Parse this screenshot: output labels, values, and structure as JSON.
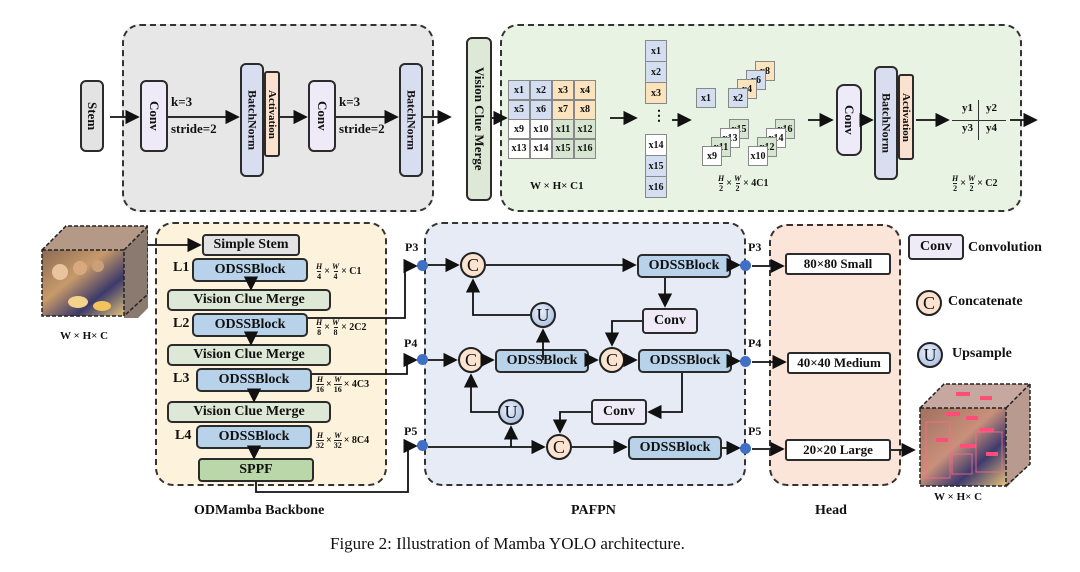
{
  "caption": "Figure 2: Illustration of Mamba YOLO architecture.",
  "top_left": {
    "stem": "Stem",
    "conv1": "Conv",
    "conv1_k": "k=3",
    "conv1_stride": "stride=2",
    "batchnorm1": "BatchNorm",
    "activation1": "Activation",
    "conv2": "Conv",
    "conv2_k": "k=3",
    "conv2_stride": "stride=2",
    "batchnorm2": "BatchNorm"
  },
  "vision_clue_merge_label": "Vision Clue Merge",
  "top_right": {
    "grid": [
      [
        {
          "t": "x1",
          "c": "blue"
        },
        {
          "t": "x2",
          "c": "blue"
        },
        {
          "t": "x3",
          "c": "orange"
        },
        {
          "t": "x4",
          "c": "orange"
        }
      ],
      [
        {
          "t": "x5",
          "c": "blue"
        },
        {
          "t": "x6",
          "c": "blue"
        },
        {
          "t": "x7",
          "c": "orange"
        },
        {
          "t": "x8",
          "c": "orange"
        }
      ],
      [
        {
          "t": "x9",
          "c": "white"
        },
        {
          "t": "x10",
          "c": "white"
        },
        {
          "t": "x11",
          "c": "green"
        },
        {
          "t": "x12",
          "c": "green"
        }
      ],
      [
        {
          "t": "x13",
          "c": "white"
        },
        {
          "t": "x14",
          "c": "white"
        },
        {
          "t": "x15",
          "c": "green"
        },
        {
          "t": "x16",
          "c": "green"
        }
      ]
    ],
    "grid_dim": "W × H× C1",
    "column_top": [
      {
        "t": "x1",
        "c": "blue"
      },
      {
        "t": "x2",
        "c": "blue"
      },
      {
        "t": "x3",
        "c": "orange"
      }
    ],
    "column_ellipsis": "⋮",
    "column_bottom": [
      {
        "t": "x14",
        "c": "white"
      },
      {
        "t": "x15",
        "c": "blue"
      },
      {
        "t": "x16",
        "c": "blue"
      }
    ],
    "stack_dim_suffix": "× 4C1",
    "stacks": {
      "a": [
        "x1"
      ],
      "b": [
        "x2",
        "x4",
        "x6",
        "x8"
      ],
      "c": [
        "x9",
        "x11",
        "x13",
        "x15"
      ],
      "d": [
        "x10",
        "x12",
        "x14",
        "x16"
      ]
    },
    "conv": "Conv",
    "batchnorm": "BatchNorm",
    "activation": "Activation",
    "output": [
      "y1",
      "y2",
      "y3",
      "y4"
    ],
    "output_dim_suffix": "× C2"
  },
  "backbone": {
    "title": "ODMamba Backbone",
    "input_dim": "W × H× C",
    "simple_stem": "Simple Stem",
    "levels": [
      {
        "label": "L1",
        "block": "ODSSBlock",
        "den": "4",
        "suffix": "× C1"
      },
      {
        "label": "L2",
        "block": "ODSSBlock",
        "den": "8",
        "suffix": "× 2C2"
      },
      {
        "label": "L3",
        "block": "ODSSBlock",
        "den": "16",
        "suffix": "× 4C3"
      },
      {
        "label": "L4",
        "block": "ODSSBlock",
        "den": "32",
        "suffix": "× 8C4"
      }
    ],
    "vcm": "Vision Clue Merge",
    "sppf": "SPPF"
  },
  "frac": {
    "H": "H",
    "W": "W",
    "two": "2"
  },
  "pafpn": {
    "title": "PAFPN",
    "inputs": [
      "P3",
      "P4",
      "P5"
    ],
    "outputs": [
      "P3",
      "P4",
      "P5"
    ],
    "odss": "ODSSBlock",
    "conv": "Conv",
    "concat_symbol": "C",
    "upsample_symbol": "U"
  },
  "head": {
    "title": "Head",
    "outputs": [
      "80×80   Small",
      "40×40 Medium",
      "20×20   Large"
    ],
    "output_dim": "W × H× C"
  },
  "legend": {
    "conv_box": "Conv",
    "conv_label": "Convolution",
    "concat_symbol": "C",
    "concat_label": "Concatenate",
    "upsample_symbol": "U",
    "upsample_label": "Upsample"
  },
  "colors": {
    "gray_region": "#e7e7e7",
    "green_region": "#e9f3e3",
    "backbone_region": "#fdf2dc",
    "pafpn_region": "#e6ebf6",
    "head_region": "#fbe4d8",
    "odss": "#b8d2ea",
    "vcm": "#dde9d6",
    "sppf": "#b9d7a8",
    "conv": "#eeeaf7",
    "batchnorm": "#d8ddf0",
    "activation": "#fbe1cf",
    "dot": "#3f6fc6"
  }
}
